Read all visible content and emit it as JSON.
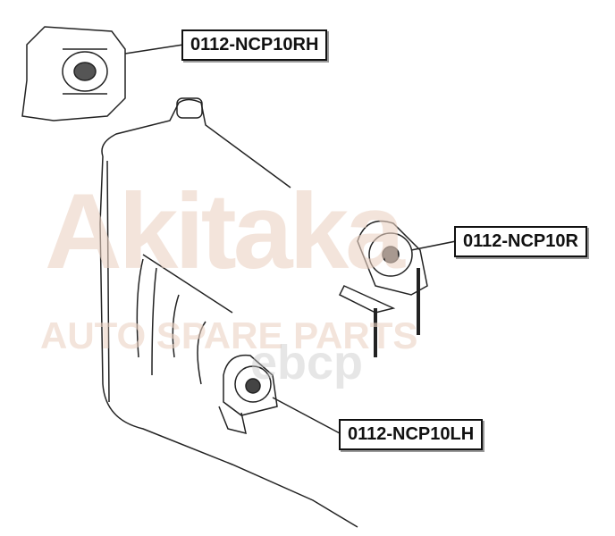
{
  "labels": {
    "rh": "0112-NCP10RH",
    "r": "0112-NCP10R",
    "lh": "0112-NCP10LH"
  },
  "watermark": {
    "logo": "Akitaka",
    "tagline": "AUTO SPARE PARTS",
    "mark": "ebcp"
  },
  "colors": {
    "line": "#111111",
    "watermark": "#ebd2c3"
  }
}
